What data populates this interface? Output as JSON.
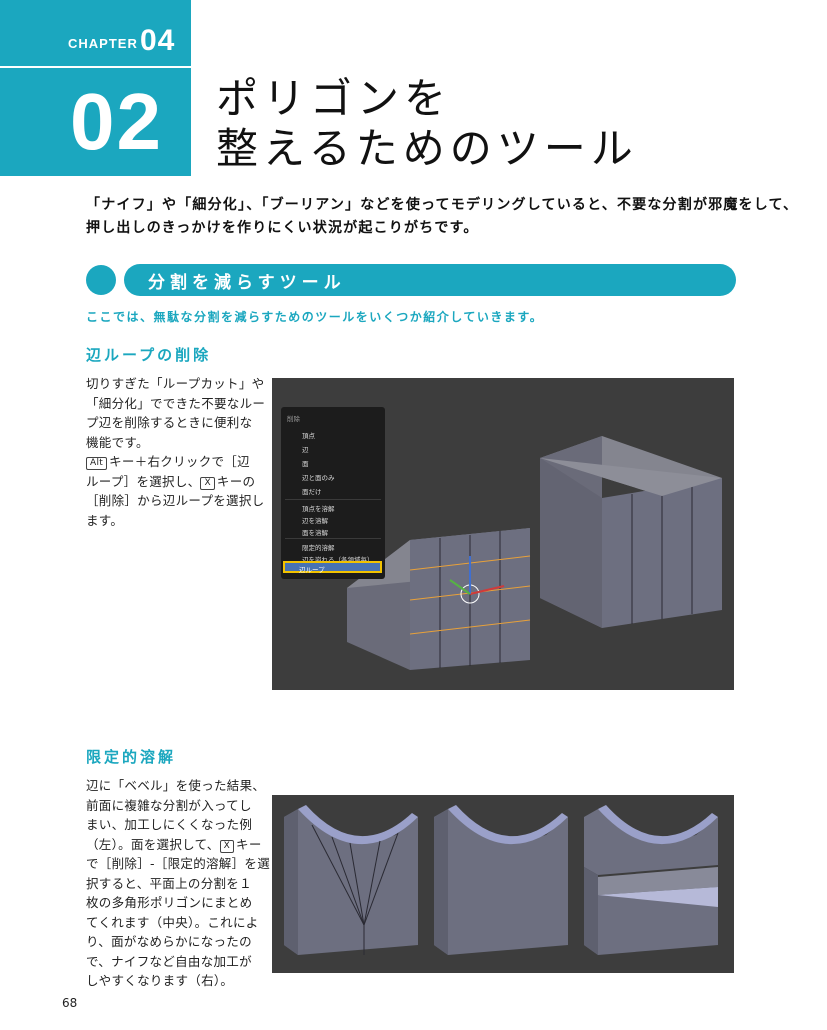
{
  "chapter": {
    "label": "CHAPTER",
    "number": "04"
  },
  "section": {
    "number": "02",
    "title_line1": "ポリゴンを",
    "title_line2": "整えるためのツール"
  },
  "lead": {
    "line1": "「ナイフ」や「細分化」、「ブーリアン」などを使ってモデリングしていると、不要な分割が邪魔をして、",
    "line2": "押し出しのきっかけを作りにくい状況が起こりがちです。"
  },
  "section_bar": {
    "title": "分割を減らすツール"
  },
  "section_sub": "ここでは、無駄な分割を減らすためのツールをいくつか紹介していきます。",
  "topic1": {
    "heading": "辺ループの削除",
    "lines": [
      "切りすぎた「ループカット」や",
      "「細分化」でできた不要なルー",
      "プ辺を削除するときに便利な",
      "機能です。"
    ],
    "key_alt": "Alt",
    "line5_rest": "キー＋右クリックで［辺",
    "line6": "ループ］を選択し、",
    "key_x": "X",
    "line6_rest": "キーの",
    "lines_end": [
      "［削除］から辺ループを選択し",
      "ます。"
    ]
  },
  "menu": {
    "title": "削除",
    "items": [
      "頂点",
      "辺",
      "面",
      "辺と面のみ",
      "面だけ",
      "頂点を溶解",
      "辺を溶解",
      "面を溶解",
      "限定的溶解",
      "辺を崩れる（各領域毎）"
    ],
    "highlighted": "辺ループ"
  },
  "topic2": {
    "heading": "限定的溶解",
    "line1": "辺に「ベベル」を使った結果、",
    "line2": "前面に複雑な分割が入ってし",
    "line3": "まい、加工しにくくなった例",
    "line4": "（左）。面を選択して、",
    "key_x": "X",
    "line4_rest": "キー",
    "line5": "で［削除］‐［限定的溶解］を選",
    "line6": "択すると、平面上の分割を１",
    "line7": "枚の多角形ポリゴンにまとめ",
    "line8": "てくれます（中央）。これによ",
    "line9": "り、面がなめらかになったの",
    "line10": "で、ナイフなど自由な加工が",
    "line11": "しやすくなります（右）。"
  },
  "page_number": "68",
  "colors": {
    "accent": "#1ba7bf",
    "viewport_bg": "#3d3d3d",
    "mesh_face": "#6d6f80",
    "highlight": "#f2c200"
  }
}
